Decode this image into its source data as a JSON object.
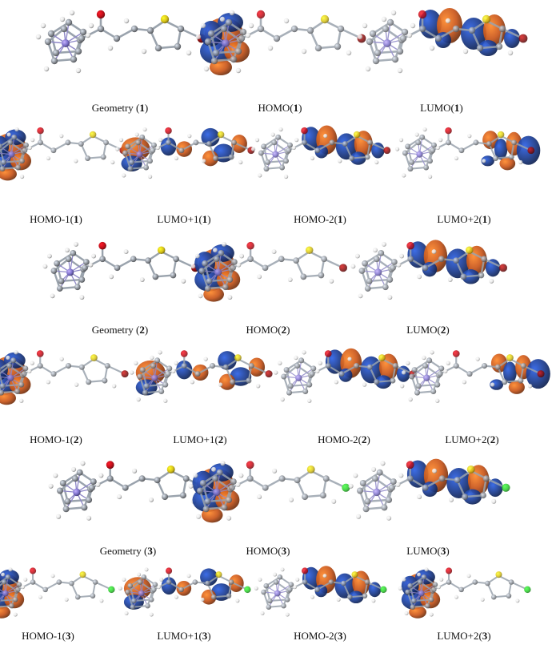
{
  "colors": {
    "lobe_positive": "#c8561c",
    "lobe_negative": "#1d3d8f",
    "bond": "#9aa3ad",
    "carbon": "#8a8f96",
    "hydrogen": "#e6e6e6",
    "oxygen": "#c0101a",
    "sulfur": "#d8c31a",
    "bromine": "#8b1111",
    "chlorine": "#2ccf2c",
    "iron": "#7b6fc9"
  },
  "rows": [
    {
      "panels": [
        {
          "label": "Geometry (",
          "num": "1",
          "suffix": ")",
          "kind": "geometry",
          "halogen": "bromine",
          "lobes": "none"
        },
        {
          "label": "HOMO(",
          "num": "1",
          "suffix": ")",
          "kind": "orbital",
          "halogen": "bromine",
          "lobes": "left"
        },
        {
          "label": "LUMO(",
          "num": "1",
          "suffix": ")",
          "kind": "orbital",
          "halogen": "bromine",
          "lobes": "right"
        }
      ]
    },
    {
      "panels": [
        {
          "label": "HOMO-1(",
          "num": "1",
          "suffix": ")",
          "kind": "orbital",
          "halogen": "bromine",
          "lobes": "left"
        },
        {
          "label": "LUMO+1(",
          "num": "1",
          "suffix": ")",
          "kind": "orbital",
          "halogen": "bromine",
          "lobes": "all"
        },
        {
          "label": "HOMO-2(",
          "num": "1",
          "suffix": ")",
          "kind": "orbital",
          "halogen": "bromine",
          "lobes": "right"
        },
        {
          "label": "LUMO+2(",
          "num": "1",
          "suffix": ")",
          "kind": "orbital",
          "halogen": "bromine",
          "lobes": "far"
        }
      ]
    },
    {
      "panels": [
        {
          "label": "Geometry (",
          "num": "2",
          "suffix": ")",
          "kind": "geometry",
          "halogen": "bromine",
          "lobes": "none"
        },
        {
          "label": "HOMO(",
          "num": "2",
          "suffix": ")",
          "kind": "orbital",
          "halogen": "bromine",
          "lobes": "left"
        },
        {
          "label": "LUMO(",
          "num": "2",
          "suffix": ")",
          "kind": "orbital",
          "halogen": "bromine",
          "lobes": "right"
        }
      ]
    },
    {
      "panels": [
        {
          "label": "HOMO-1(",
          "num": "2",
          "suffix": ")",
          "kind": "orbital",
          "halogen": "bromine",
          "lobes": "left"
        },
        {
          "label": "LUMO+1(",
          "num": "2",
          "suffix": ")",
          "kind": "orbital",
          "halogen": "bromine",
          "lobes": "all"
        },
        {
          "label": "HOMO-2(",
          "num": "2",
          "suffix": ")",
          "kind": "orbital",
          "halogen": "bromine",
          "lobes": "right"
        },
        {
          "label": "LUMO+2(",
          "num": "2",
          "suffix": ")",
          "kind": "orbital",
          "halogen": "bromine",
          "lobes": "far"
        }
      ]
    },
    {
      "panels": [
        {
          "label": "Geometry (",
          "num": "3",
          "suffix": ")",
          "kind": "geometry",
          "halogen": "chlorine",
          "lobes": "none"
        },
        {
          "label": "HOMO(",
          "num": "3",
          "suffix": ")",
          "kind": "orbital",
          "halogen": "chlorine",
          "lobes": "left"
        },
        {
          "label": "LUMO(",
          "num": "3",
          "suffix": ")",
          "kind": "orbital",
          "halogen": "chlorine",
          "lobes": "right"
        }
      ]
    },
    {
      "panels": [
        {
          "label": "HOMO-1(",
          "num": "3",
          "suffix": ")",
          "kind": "orbital",
          "halogen": "chlorine",
          "lobes": "left"
        },
        {
          "label": "LUMO+1(",
          "num": "3",
          "suffix": ")",
          "kind": "orbital",
          "halogen": "chlorine",
          "lobes": "all"
        },
        {
          "label": "HOMO-2(",
          "num": "3",
          "suffix": ")",
          "kind": "orbital",
          "halogen": "chlorine",
          "lobes": "right"
        },
        {
          "label": "LUMO+2(",
          "num": "3",
          "suffix": ")",
          "kind": "orbital",
          "halogen": "chlorine",
          "lobes": "left"
        }
      ]
    }
  ]
}
